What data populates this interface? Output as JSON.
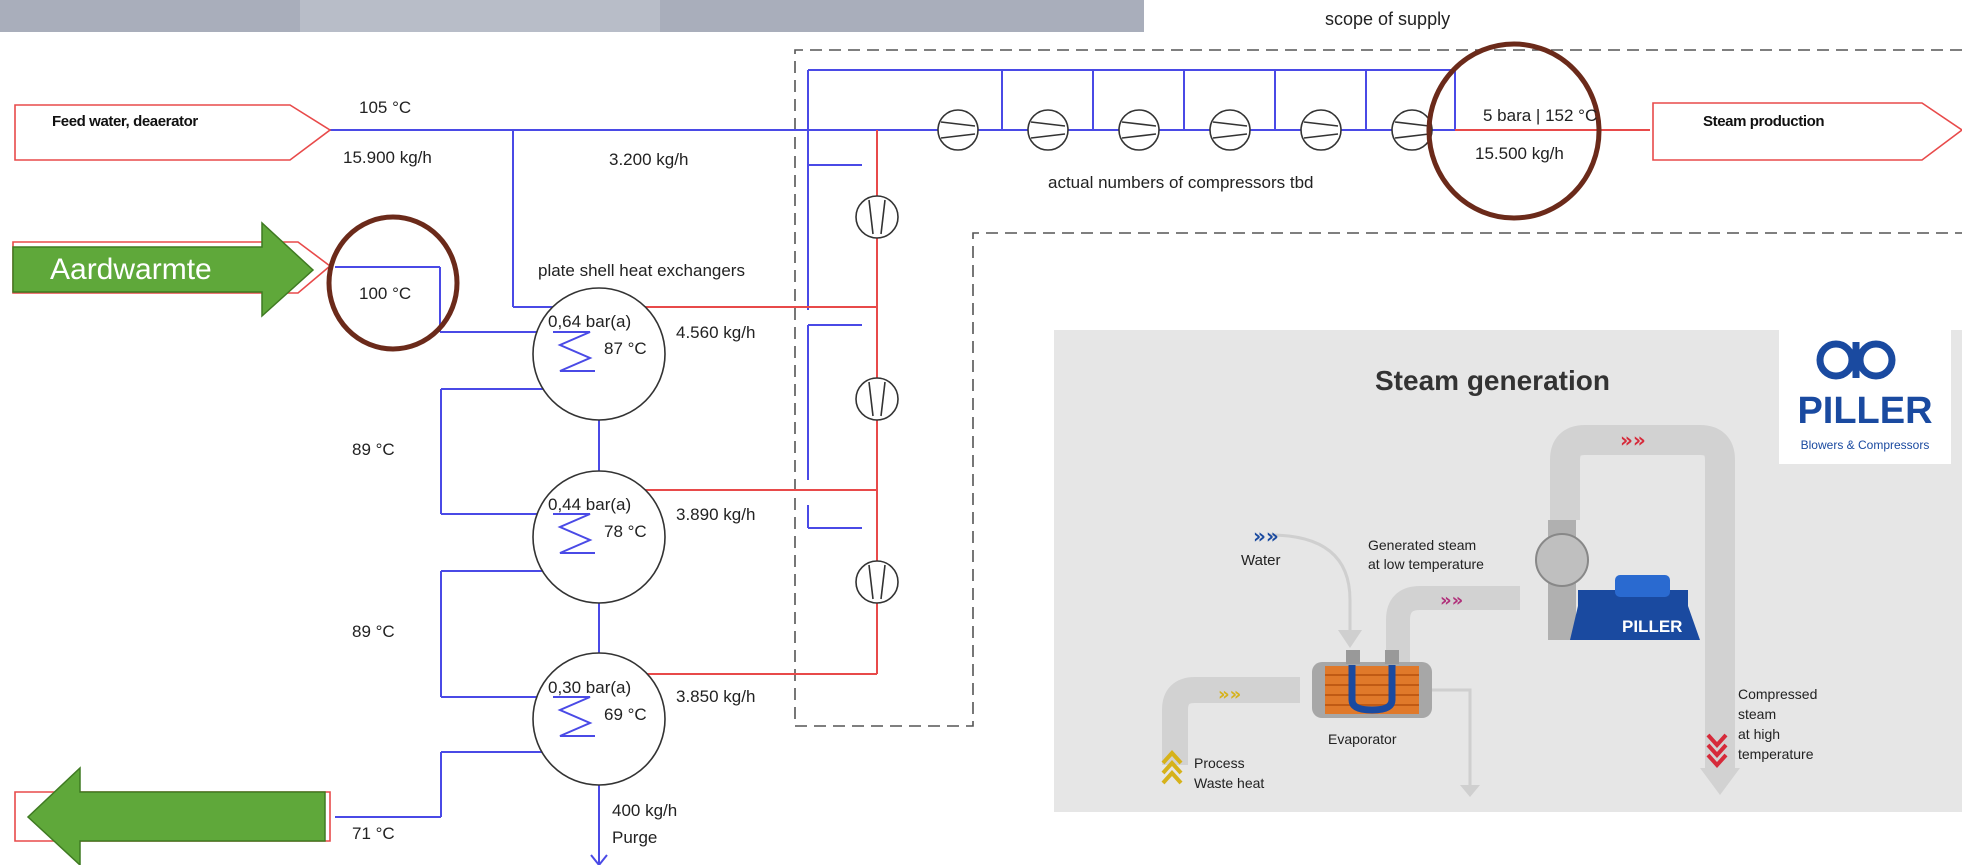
{
  "scope_label": "scope of supply",
  "feed": {
    "label": "Feed water, deaerator",
    "temp": "105 °C",
    "flow": "15.900 kg/h",
    "branch_flow": "3.200 kg/h"
  },
  "aardwarmte": {
    "label": "Aardwarmte",
    "temp": "100 °C"
  },
  "steam": {
    "label": "Steam production",
    "pressure_temp": "5 bara | 152 °C",
    "flow": "15.500 kg/h",
    "compressor_note": "actual numbers of compressors tbd"
  },
  "hx_title": "plate shell heat exchangers",
  "exchangers": [
    {
      "pressure": "0,64 bar(a)",
      "temp": "87 °C",
      "flow": "4.560 kg/h"
    },
    {
      "pressure": "0,44 bar(a)",
      "temp": "78 °C",
      "flow": "3.890 kg/h"
    },
    {
      "pressure": "0,30 bar(a)",
      "temp": "69 °C",
      "flow": "3.850 kg/h"
    }
  ],
  "inter_temps": [
    "89 °C",
    "89 °C"
  ],
  "outlet_temp": "71 °C",
  "purge": {
    "flow": "400 kg/h",
    "label": "Purge"
  },
  "inset": {
    "title": "Steam generation",
    "brand": "PILLER",
    "brand_sub": "Blowers & Compressors",
    "water": "Water",
    "generated_1": "Generated steam",
    "generated_2": "at low temperature",
    "machine_label": "PILLER",
    "evaporator": "Evaporator",
    "process_1": "Process",
    "process_2": "Waste heat",
    "compressed_1": "Compressed",
    "compressed_2": "steam",
    "compressed_3": "at high",
    "compressed_4": "temperature"
  },
  "colors": {
    "water_line": "#4a4ae6",
    "steam_line": "#e84a4a",
    "green_arrow": "#5fa83a",
    "circle_mark": "#6b2a1a",
    "brand_blue": "#1a4aa0"
  }
}
